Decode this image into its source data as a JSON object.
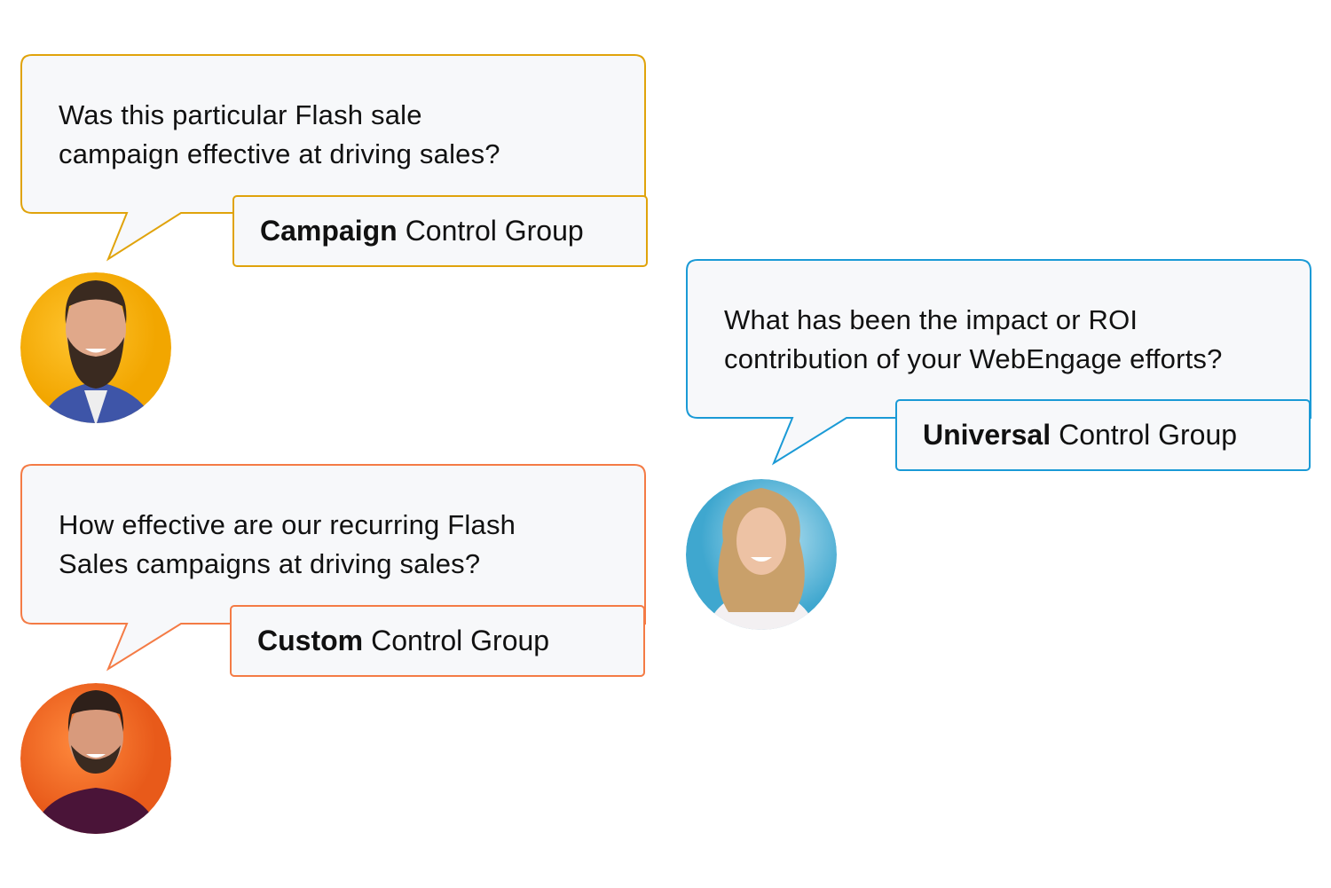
{
  "colors": {
    "campaign": "#E0A30B",
    "custom": "#F47B45",
    "universal": "#1A9AD6",
    "bubble_fill": "#F7F8FA"
  },
  "bubbles": [
    {
      "question_lines": [
        "Was this particular Flash sale",
        "campaign effective at driving sales?"
      ],
      "label_bold": "Campaign",
      "label_rest": "Control Group",
      "avatar": "bearded-man-yellow-background"
    },
    {
      "question_lines": [
        "How effective are our recurring Flash",
        "Sales campaigns at driving sales?"
      ],
      "label_bold": "Custom",
      "label_rest": "Control Group",
      "avatar": "smiling-man-orange-background"
    },
    {
      "question_lines": [
        "What has been the impact or ROI",
        "contribution of your WebEngage efforts?"
      ],
      "label_bold": "Universal",
      "label_rest": "Control Group",
      "avatar": "curly-haired-woman-blue-background"
    }
  ]
}
